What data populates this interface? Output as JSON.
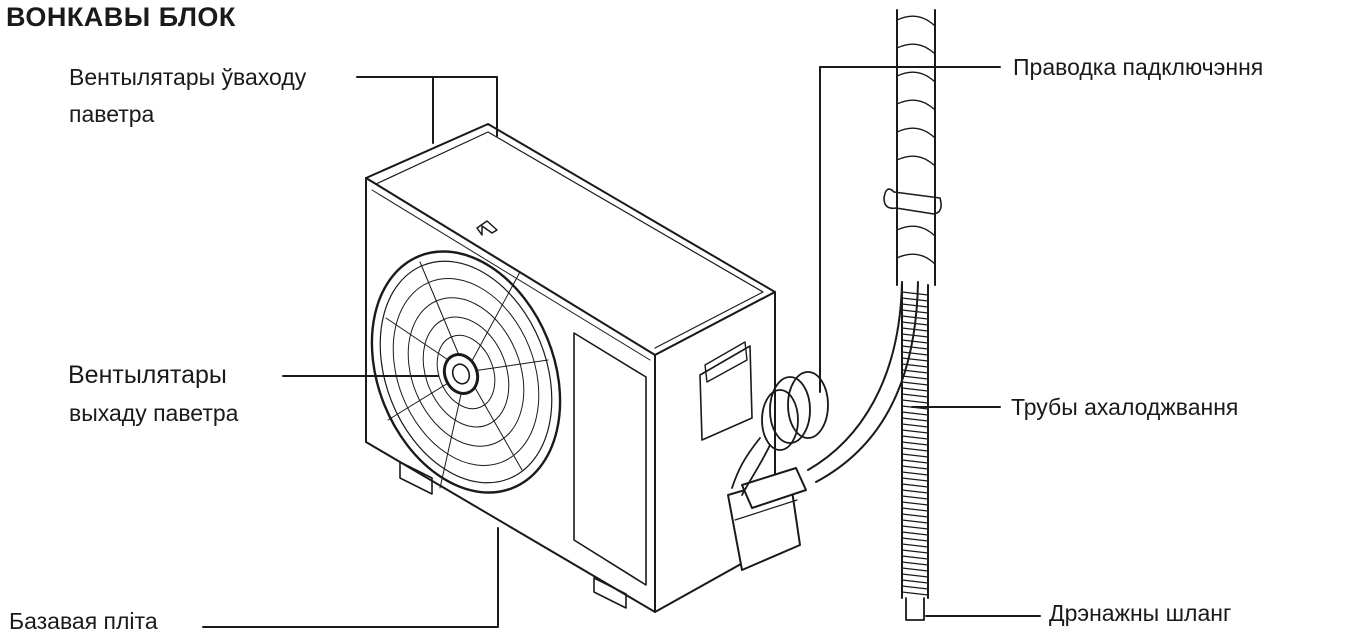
{
  "title": "ВОНКАВЫ БЛОК",
  "labels": {
    "air_inlet_line1": "Вентылятары ўваходу",
    "air_inlet_line2": "паветра",
    "air_outlet_line1": "Вентылятары",
    "air_outlet_line2": "выхаду паветра",
    "base_plate": "Базавая пліта",
    "connection_wiring": "Праводка падключэння",
    "refrigerant_pipes": "Трубы ахалоджвання",
    "drain_hose": "Дрэнажны шланг"
  },
  "colors": {
    "line": "#1a1a1a",
    "unit_fill": "#ffffff"
  }
}
